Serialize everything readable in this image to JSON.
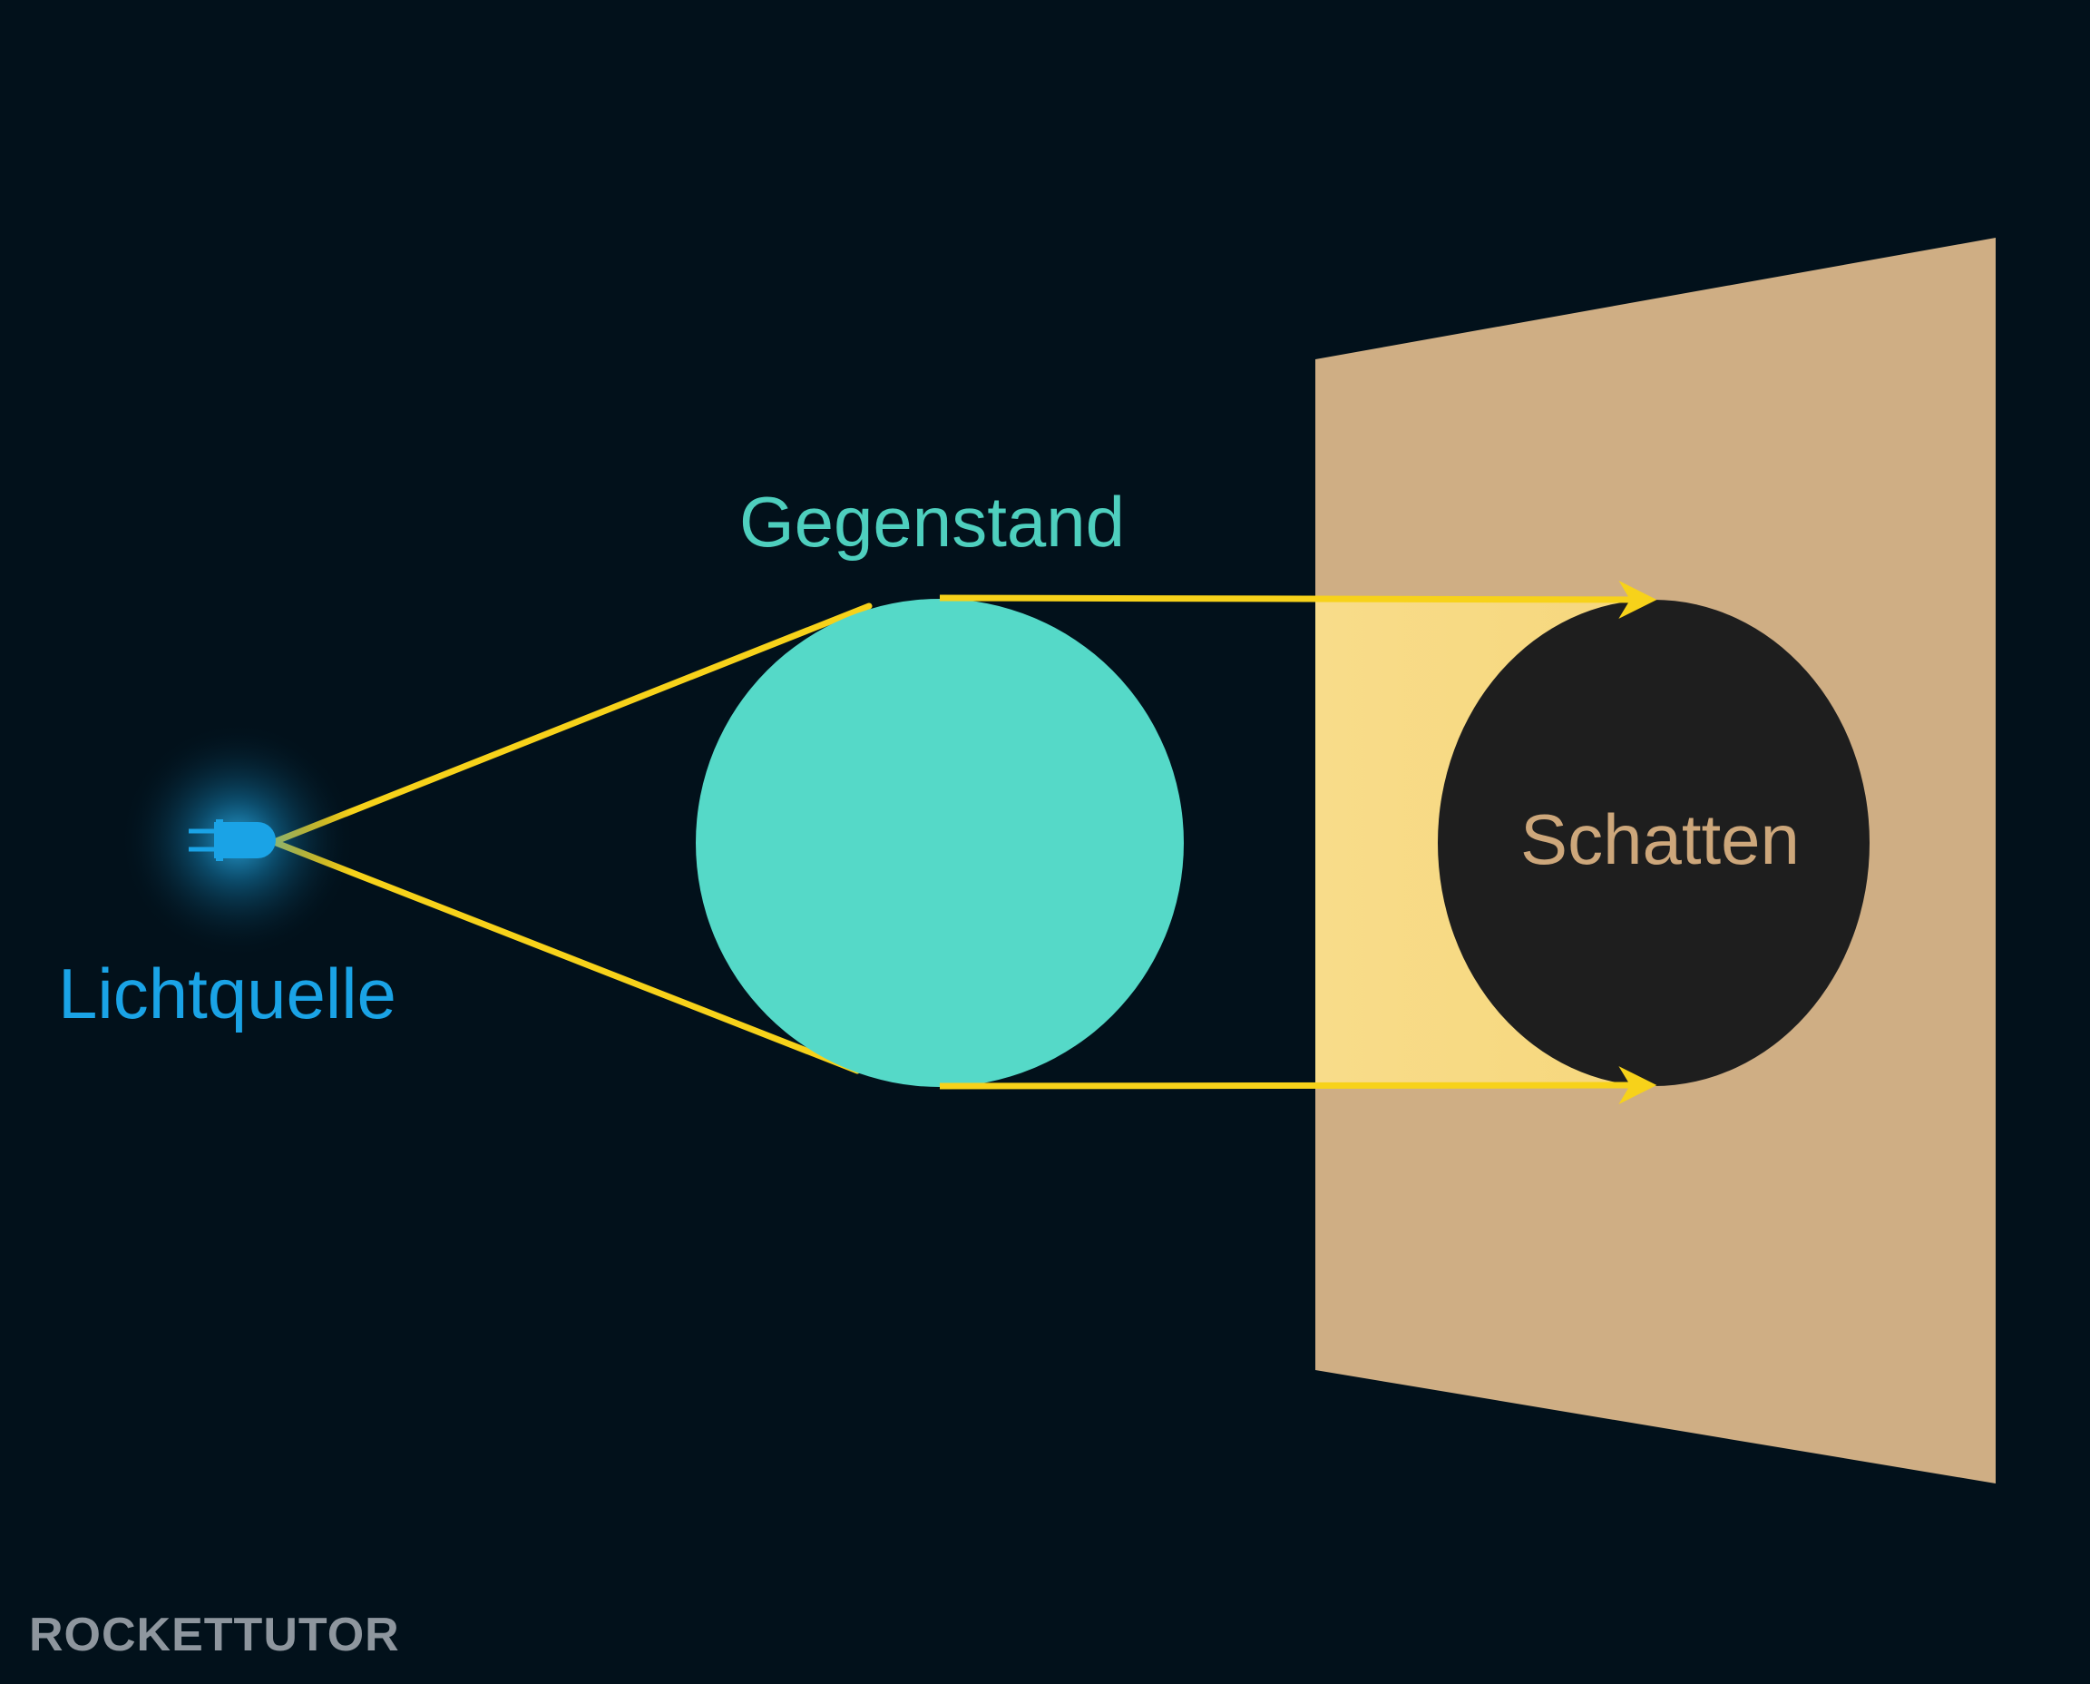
{
  "labels": {
    "light_source": "Lichtquelle",
    "object": "Gegenstand",
    "shadow": "Schatten"
  },
  "logo": {
    "text": "ROCKETTUTOR"
  },
  "icons": {
    "light_source": "led-bulb-icon"
  },
  "colors": {
    "background": "#02111b",
    "light_source": "#1aa3e6",
    "object": "#55d9c8",
    "object_label": "#4ecfbe",
    "ray": "#f7d21a",
    "screen": "#cfae84",
    "lit_area": "#f8dc8a",
    "shadow": "#1e1e1e",
    "shadow_label": "#cda77b",
    "logo": "#8e969e"
  }
}
